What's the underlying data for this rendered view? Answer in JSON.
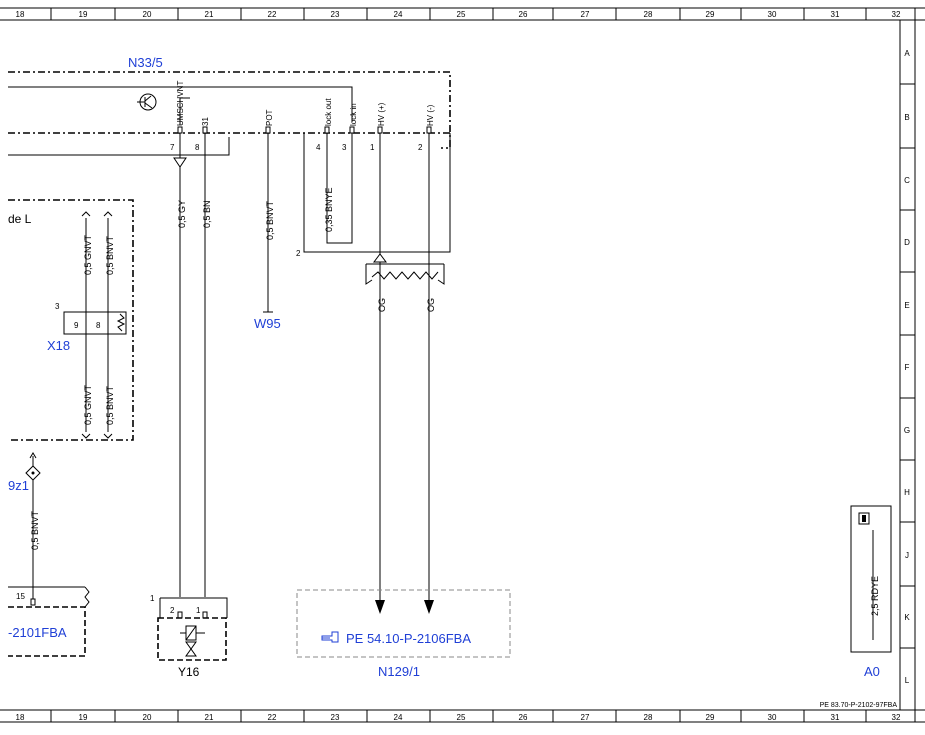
{
  "frame": {
    "columns": [
      "18",
      "19",
      "20",
      "21",
      "22",
      "23",
      "24",
      "25",
      "26",
      "27",
      "28",
      "29",
      "30",
      "31",
      "32"
    ],
    "rows": [
      "A",
      "B",
      "C",
      "D",
      "E",
      "F",
      "G",
      "H",
      "J",
      "K",
      "L"
    ],
    "footer_ref": "PE 83.70-P-2102-97FBA"
  },
  "components": {
    "n33_5": "N33/5",
    "x18": "X18",
    "w95": "W95",
    "y16": "Y16",
    "n129_1": "N129/1",
    "a0": "A0",
    "side_label": "de L",
    "left_ref": "9z1",
    "ref_left_bottom": "-2101FBA",
    "ref_n129": "PE 54.10-P-2106FBA"
  },
  "pins": {
    "umschvnt": "UMSCHVNT",
    "p31": "31",
    "pot": "POT",
    "lock_out": "lock out",
    "lock_in": "lock in",
    "hv_plus": "HV (+)",
    "hv_minus": "HV (-)",
    "n7": "7",
    "n8": "8",
    "n4": "4",
    "n3": "3",
    "n1": "1",
    "n2": "2",
    "n2b": "2",
    "x18_num": "3",
    "x18_9": "9",
    "x18_8": "8",
    "n15": "15",
    "y16_num": "1",
    "y16_2": "2",
    "y16_1": "1"
  },
  "wires": {
    "gy": "0,5 GY",
    "bn": "0,5 BN",
    "bnvt_pot": "0,5 BNVT",
    "bnye": "0,35 BNYE",
    "gnvt_up": "0,5 GNVT",
    "bnvt_up": "0,5 BNVT",
    "gnvt_dn": "0,5 GNVT",
    "bnvt_dn": "0,5 BNVT",
    "bnvt_left": "0,5 BNVT",
    "og1": "OG",
    "og2": "OG",
    "rdye": "2,5 RDYE"
  }
}
